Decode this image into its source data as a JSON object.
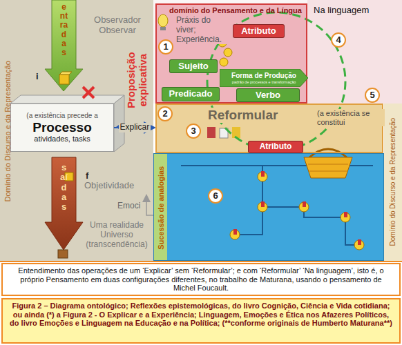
{
  "diagram": {
    "caption": "Figura 2 – Diagrama ontológico; Reflexões epistemológicas, do livro Cognição, Ciência e Vida cotidiana; ou ainda (*) a Figura 2 - O Explicar e a Experiência; Linguagem, Emoções e Ética nos Afazeres Políticos, do livro Emoções e Linguagem na Educação e na Política; (**conforme originais de Humberto Maturana**)",
    "nodes": [
      {
        "text": [
          "Domínio do Discurso e da Representação"
        ]
      },
      {
        "text": [
          "entradas"
        ],
        "in": 0
      },
      {
        "text": [
          "(a existência precede a",
          "Processo",
          "atividades, tasks"
        ],
        "in": 0
      },
      {
        "text": [
          "saídas"
        ],
        "in": 0
      },
      {
        "text": [
          "domínio do Pensamento e da Língua",
          "Práxis do viver; Experiência."
        ]
      },
      {
        "text": [
          "1"
        ],
        "in": 4
      },
      {
        "text": [
          "Atributo"
        ],
        "in": 4
      },
      {
        "text": [
          "Sujeito"
        ],
        "in": 4
      },
      {
        "text": [
          "Forma de Produção",
          "padrão de processos e transformação"
        ],
        "in": 4
      },
      {
        "text": [
          "Predicado"
        ],
        "in": 4
      },
      {
        "text": [
          "Verbo"
        ],
        "in": 4
      },
      {
        "text": [
          "4"
        ]
      },
      {
        "text": [
          "5"
        ]
      },
      {
        "text": [
          "Reformular",
          "(a existência se constitui"
        ]
      },
      {
        "text": [
          "2"
        ],
        "in": 13
      },
      {
        "text": [
          "3"
        ],
        "in": 13
      },
      {
        "text": [
          "Atributo"
        ],
        "in": 13
      },
      {
        "text": [
          "Domínio do Discurso e da Representação"
        ]
      },
      {
        "text": [
          "Sucessão de analogias"
        ]
      },
      {
        "text": [
          "6"
        ],
        "in": 18
      },
      {
        "text": [
          "Entendimento das operações de um ‘Explicar’ sem ‘Reformular’; e com ‘Reformular’ ‘Na linguagem’, isto é, o próprio Pensamento em duas configurações diferentes, no trabalho de Maturana, usando o pensamento de Michel Foucault."
        ]
      }
    ],
    "edges": [
      {
        "from": 2,
        "to": 13,
        "label": "Explicar",
        "arrow": "to"
      }
    ],
    "labels": [
      "Observador Observar",
      "i",
      "Proposição explicativa",
      "Na linguagem",
      "f",
      "Objetividade",
      "Emoci",
      "Uma realidade Universo (transcendência)"
    ]
  }
}
